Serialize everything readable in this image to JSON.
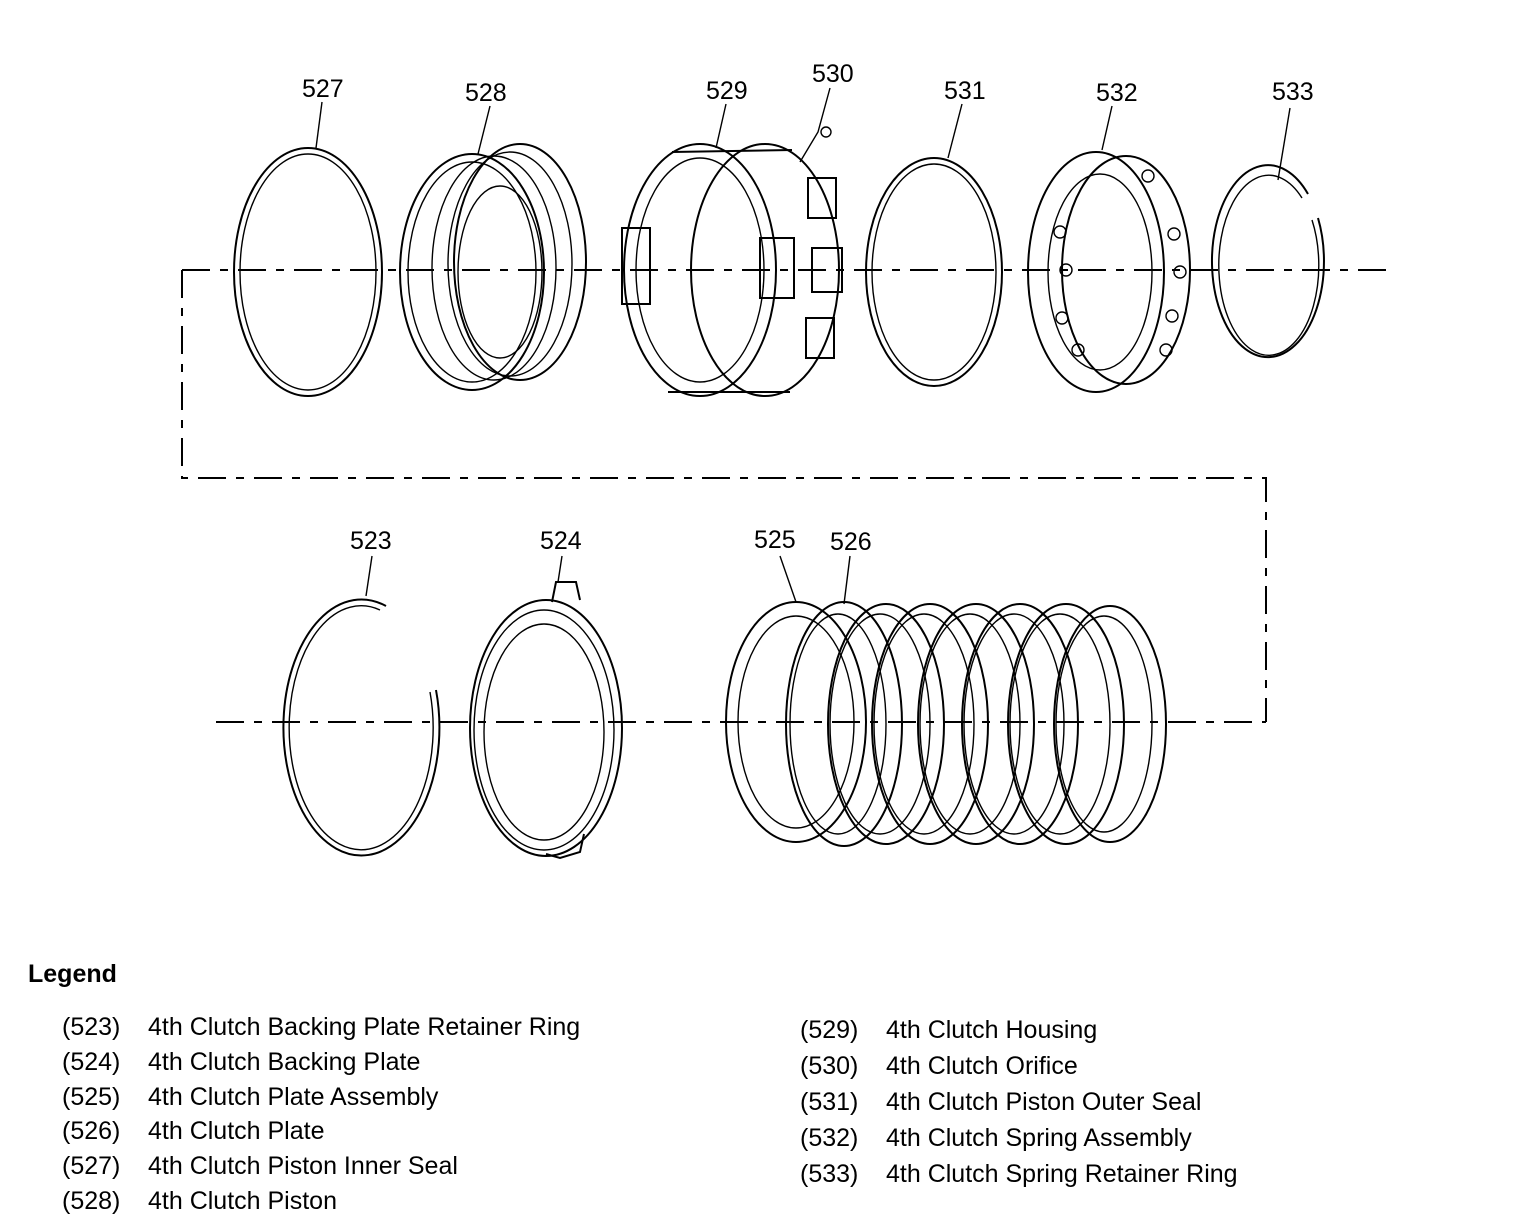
{
  "callouts": {
    "p523": "523",
    "p524": "524",
    "p525": "525",
    "p526": "526",
    "p527": "527",
    "p528": "528",
    "p529": "529",
    "p530": "530",
    "p531": "531",
    "p532": "532",
    "p533": "533"
  },
  "legend": {
    "title": "Legend",
    "left": [
      {
        "num": "(523)",
        "label": "4th Clutch Backing Plate Retainer Ring"
      },
      {
        "num": "(524)",
        "label": "4th Clutch Backing Plate"
      },
      {
        "num": "(525)",
        "label": "4th Clutch Plate Assembly"
      },
      {
        "num": "(526)",
        "label": "4th Clutch Plate"
      },
      {
        "num": "(527)",
        "label": "4th Clutch Piston Inner Seal"
      },
      {
        "num": "(528)",
        "label": "4th Clutch Piston"
      }
    ],
    "right": [
      {
        "num": "(529)",
        "label": "4th Clutch Housing"
      },
      {
        "num": "(530)",
        "label": "4th Clutch Orifice"
      },
      {
        "num": "(531)",
        "label": "4th Clutch Piston Outer Seal"
      },
      {
        "num": "(532)",
        "label": "4th Clutch Spring Assembly"
      },
      {
        "num": "(533)",
        "label": "4th Clutch Spring Retainer Ring"
      }
    ]
  }
}
